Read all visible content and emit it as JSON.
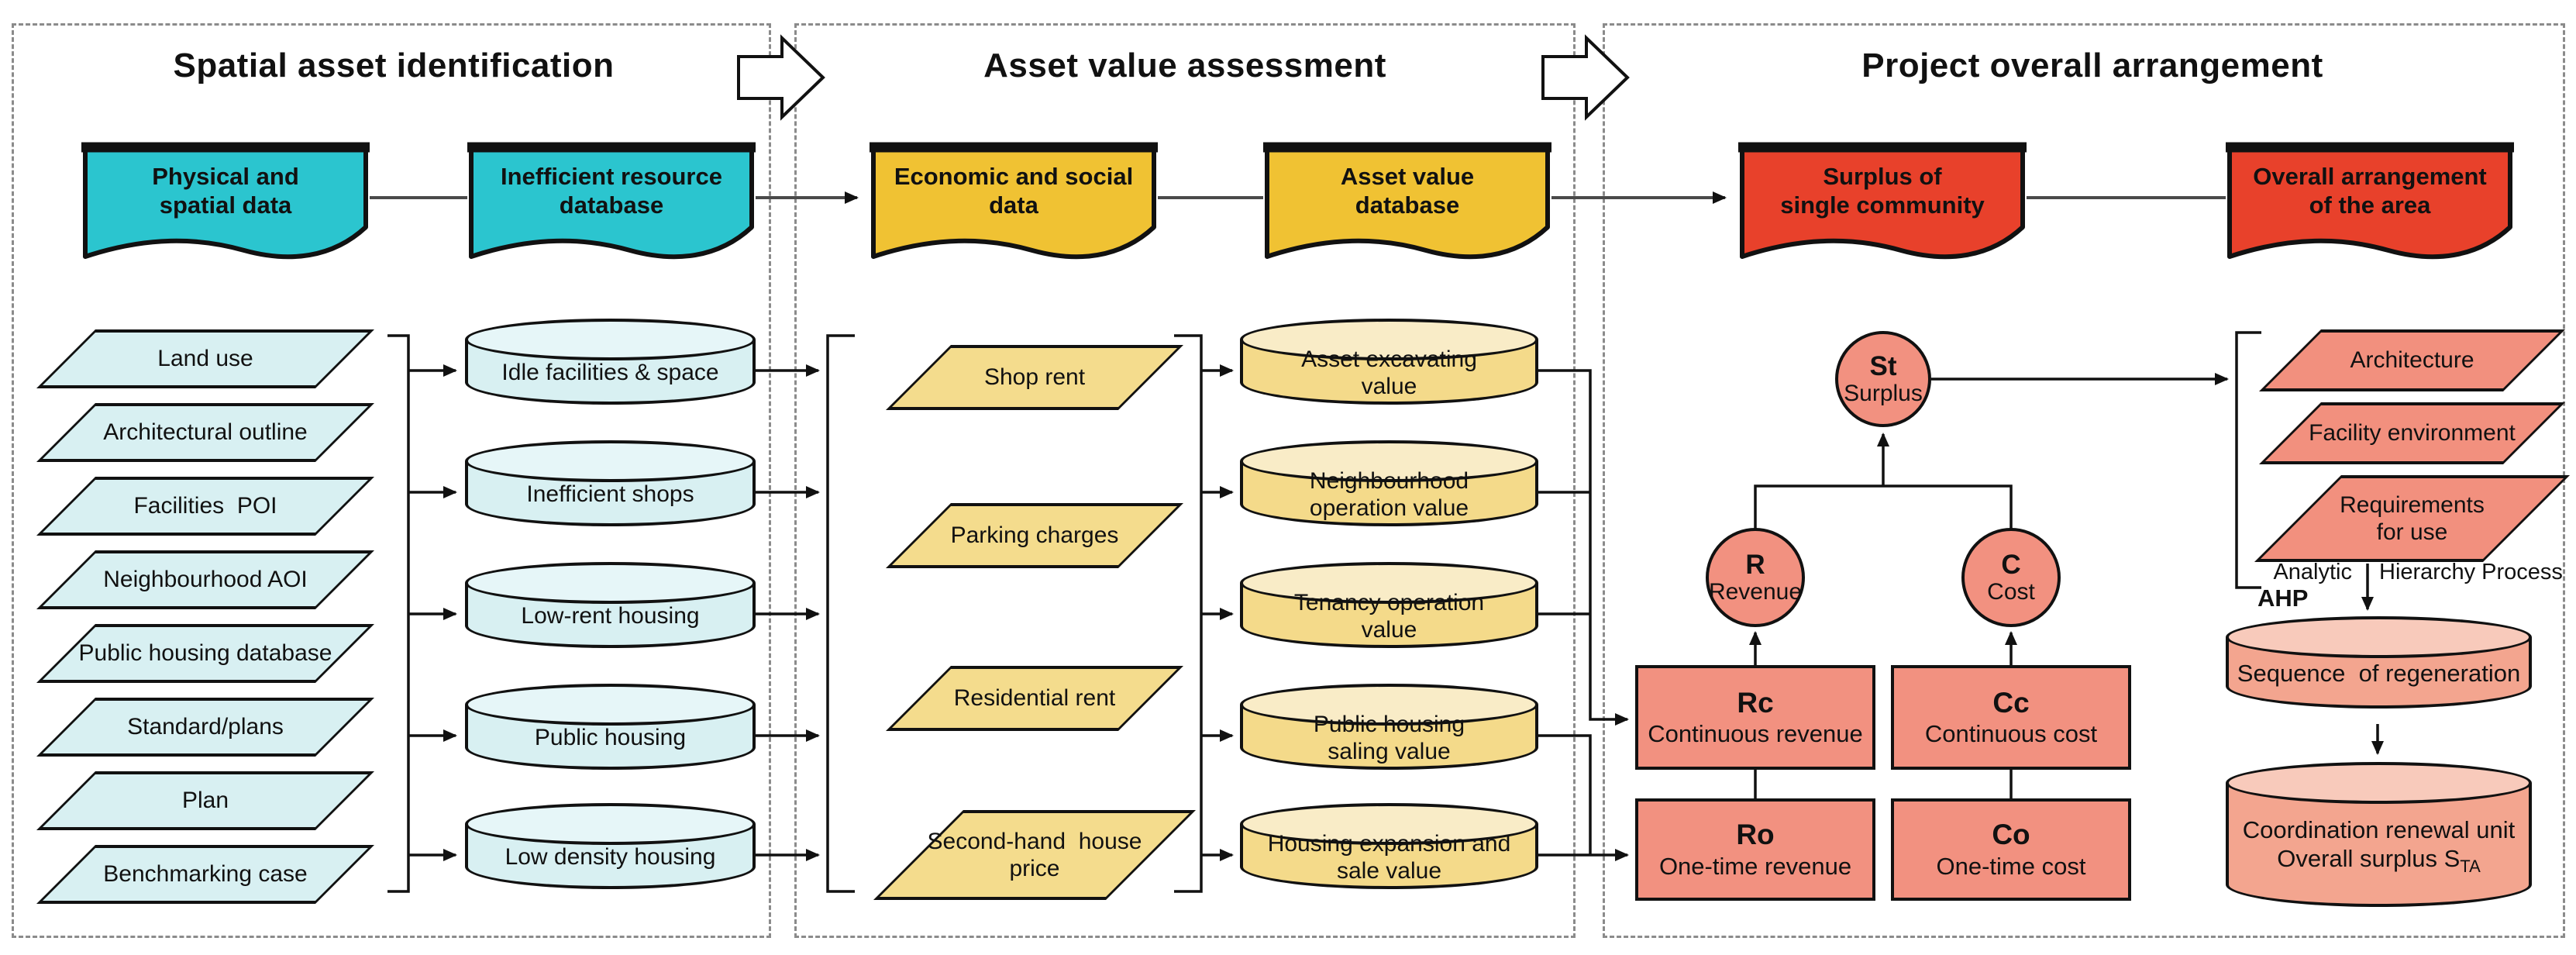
{
  "colors": {
    "teal": "#2BC5CF",
    "light_cyan": "#D8F0F2",
    "yellow": "#F0C233",
    "light_yellow": "#F4DC8D",
    "red": "#E8412B",
    "salmon": "#F29180",
    "salmon_light": "#F3A58F",
    "line": "#111111",
    "dashed_border": "#8b8b8b"
  },
  "s1": {
    "title": "Spatial asset identification",
    "doc1": "Physical and\nspatial data",
    "doc2": "Inefficient resource\ndatabase",
    "stack": [
      "Land use",
      "Architectural outline",
      "Facilities  POI",
      "Neighbourhood AOI",
      "Public housing database",
      "Standard/plans",
      "Plan",
      "Benchmarking case"
    ],
    "cyl": [
      "Idle facilities & space",
      "Inefficient shops",
      "Low-rent housing",
      "Public housing",
      "Low density housing"
    ]
  },
  "s2": {
    "title": "Asset value assessment",
    "doc1": "Economic and social\ndata",
    "doc2": "Asset value\ndatabase",
    "inputs": [
      "Shop rent",
      "Parking charges",
      "Residential rent",
      "Second-hand  house\nprice"
    ],
    "cyl": [
      "Asset excavating\nvalue",
      "Neighbourhood\noperation value",
      "Tenancy operation\nvalue",
      "Public housing\nsaling value",
      "Housing expansion and\nsale value"
    ]
  },
  "s3": {
    "title": "Project overall arrangement",
    "doc1": "Surplus of\nsingle community",
    "doc2": "Overall arrangement\nof the area",
    "circles": [
      {
        "code": "St",
        "label": "Surplus"
      },
      {
        "code": "R",
        "label": "Revenue"
      },
      {
        "code": "C",
        "label": "Cost"
      }
    ],
    "boxes": [
      {
        "code": "Rc",
        "label": "Continuous revenue"
      },
      {
        "code": "Cc",
        "label": "Continuous cost"
      },
      {
        "code": "Ro",
        "label": "One-time revenue"
      },
      {
        "code": "Co",
        "label": "One-time cost"
      }
    ],
    "criteria": [
      "Architecture",
      "Facility environment",
      "Requirements\nfor use"
    ],
    "ahp": {
      "left": "Analytic",
      "right": "Hierarchy Process",
      "abbr": "AHP"
    },
    "seq_cylinder": "Sequence  of regeneration",
    "final_cylinder_line1": "Coordination renewal unit",
    "final_line2_prefix": "Overall surplus S",
    "final_line2_sub": "TA"
  }
}
